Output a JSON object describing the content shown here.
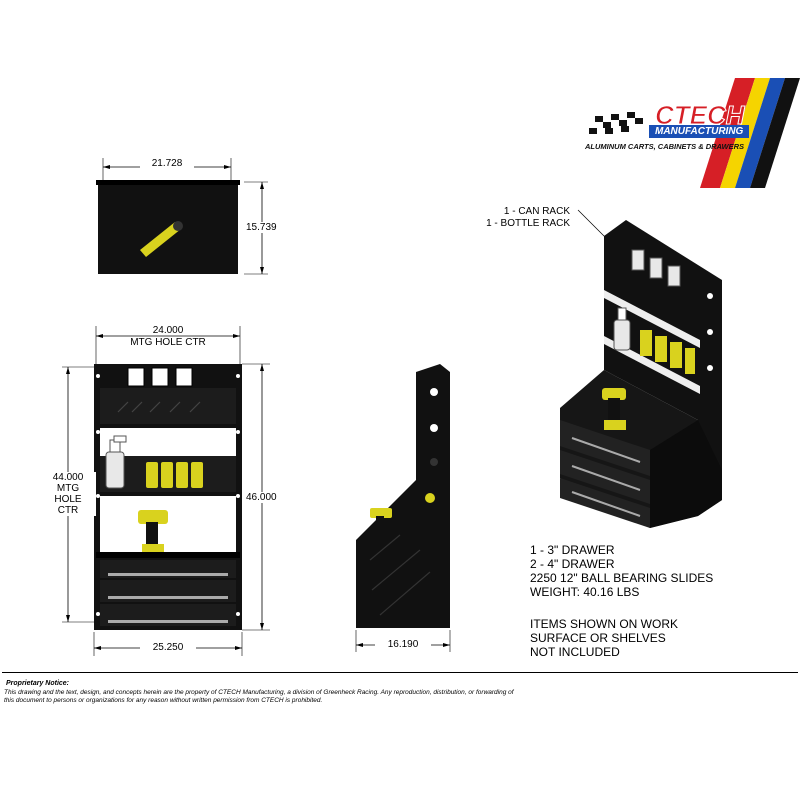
{
  "logo": {
    "brand": "CTECH",
    "sub": "MANUFACTURING",
    "tagline": "ALUMINUM CARTS, CABINETS & DRAWERS"
  },
  "top_view": {
    "width_dim": "21.728",
    "depth_dim": "15.739"
  },
  "front_view": {
    "mtg_width_value": "24.000",
    "mtg_width_label": "MTG HOLE CTR",
    "mtg_height_lines": [
      "44.000",
      "MTG",
      "HOLE",
      "CTR"
    ],
    "height_dim": "46.000",
    "width_dim": "25.250"
  },
  "side_view": {
    "depth_dim": "16.190"
  },
  "iso_view": {
    "callout_lines": [
      "1 - CAN RACK",
      "1 - BOTTLE RACK"
    ]
  },
  "specs": {
    "lines": [
      "1 - 3\" DRAWER",
      "2 - 4\" DRAWER",
      "2250 12\" BALL BEARING SLIDES",
      "WEIGHT: 40.16 LBS"
    ],
    "note_lines": [
      "ITEMS SHOWN ON WORK",
      "SURFACE OR SHELVES",
      "NOT INCLUDED"
    ]
  },
  "notice": {
    "title": "Proprietary Notice:",
    "body": "This drawing and the text, design, and concepts herein are the property of CTECH Manufacturing, a division of Greenheck Racing. Any reproduction, distribution, or forwarding of this document to persons or organizations for any reason without written permission from CTECH is prohibited."
  },
  "colors": {
    "cabinet": "#111111",
    "bottle_yellow": "#d9d21e",
    "logo_blue": "#1a4fb5",
    "logo_red": "#d61f26",
    "logo_yellow": "#f5d400"
  }
}
